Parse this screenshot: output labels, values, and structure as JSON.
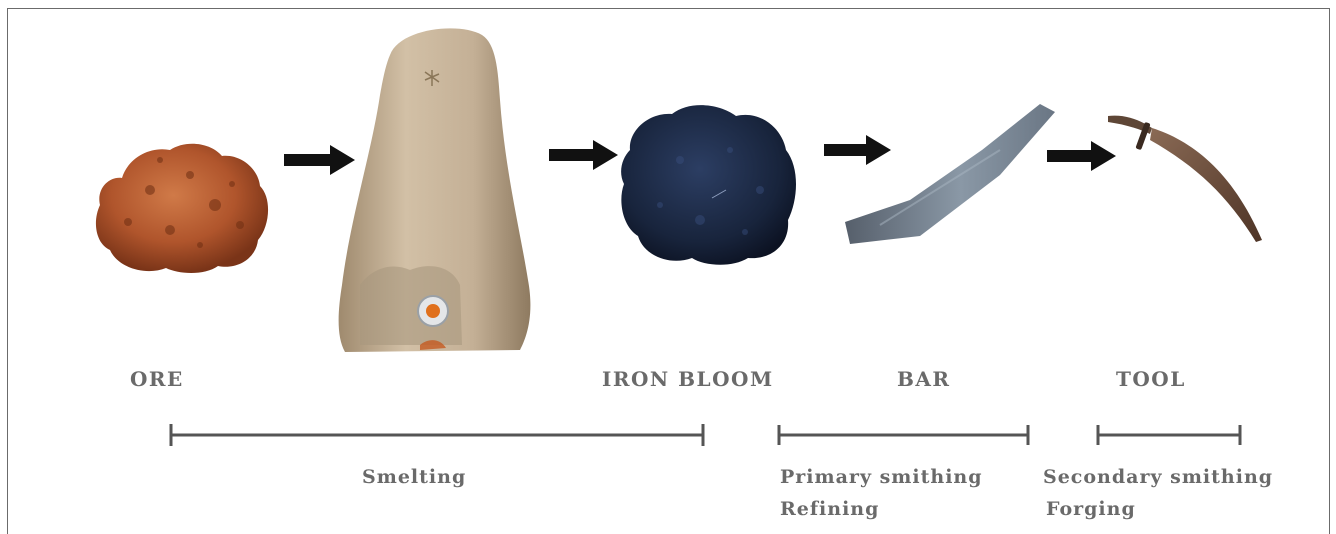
{
  "stages": {
    "ore": "ORE",
    "iron_bloom": "IRON BLOOM",
    "bar": "BAR",
    "tool": "TOOL"
  },
  "processes": {
    "smelting": "Smelting",
    "primary_line1": "Primary smithing",
    "primary_line2": "Refining",
    "secondary_line1": "Secondary smithing",
    "secondary_line2": "Forging"
  },
  "colors": {
    "label_text": "#6a6a6a",
    "bracket": "#555555",
    "arrow": "#111111",
    "ore": "#b0552c",
    "furnace": "#c7b49a",
    "bloom": "#1b2a45",
    "bar": "#6f7d8c",
    "tool": "#6b4a38"
  }
}
